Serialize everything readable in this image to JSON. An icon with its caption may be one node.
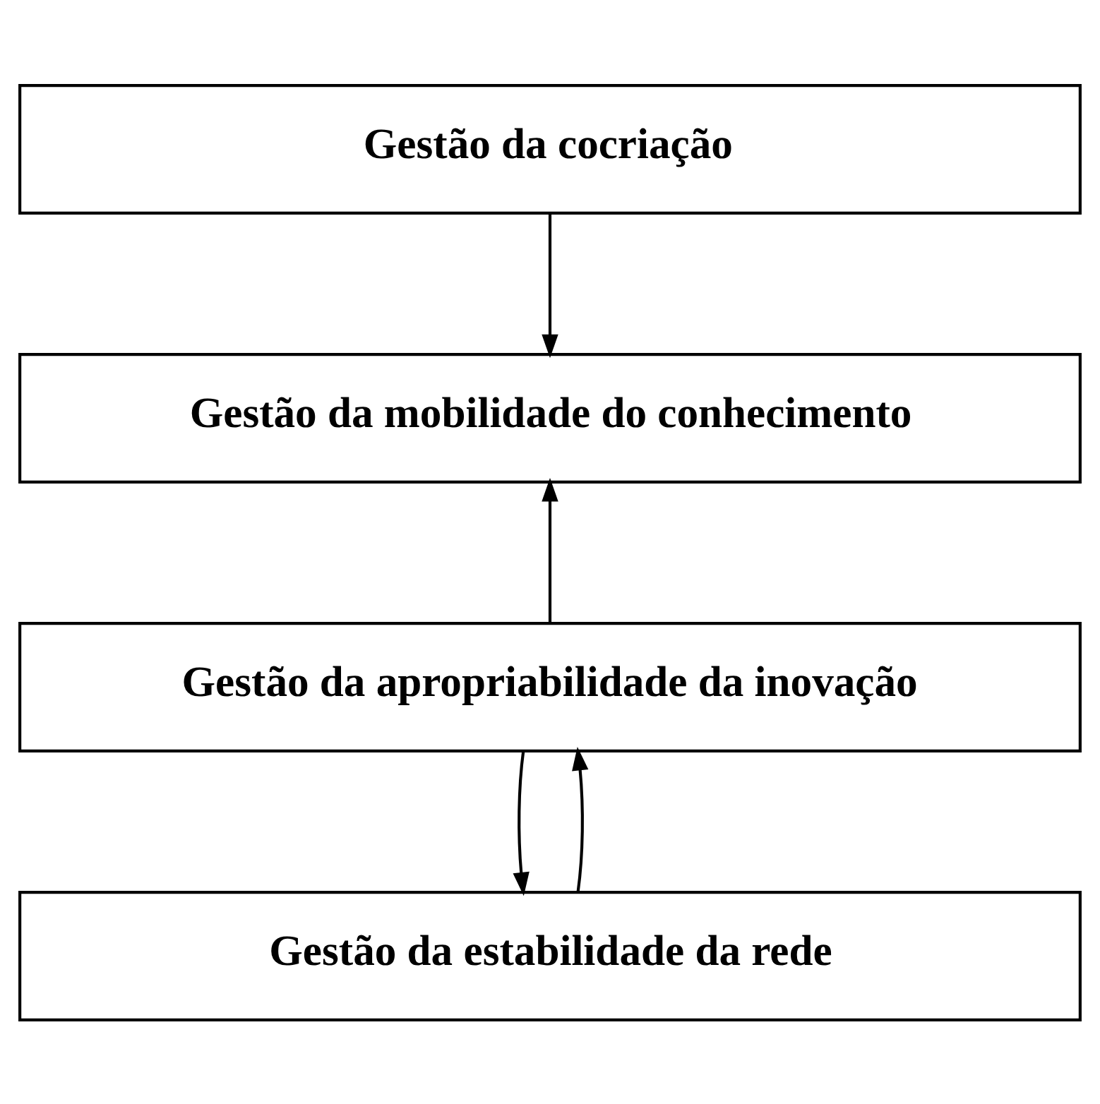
{
  "diagram": {
    "nodes": [
      {
        "text": [
          "Gestão da cocriação"
        ]
      },
      {
        "text": [
          "Gestão da mobilidade do conhecimento"
        ]
      },
      {
        "text": [
          "Gestão da apropriabilidade da inovação"
        ]
      },
      {
        "text": [
          "Gestão da estabilidade da rede"
        ]
      }
    ],
    "edges": [
      {
        "from": 0,
        "to": 1,
        "arrow": "to"
      },
      {
        "from": 2,
        "to": 1,
        "arrow": "to"
      },
      {
        "from": 2,
        "to": 3,
        "arrow": "to"
      },
      {
        "from": 3,
        "to": 2,
        "arrow": "to"
      }
    ]
  }
}
